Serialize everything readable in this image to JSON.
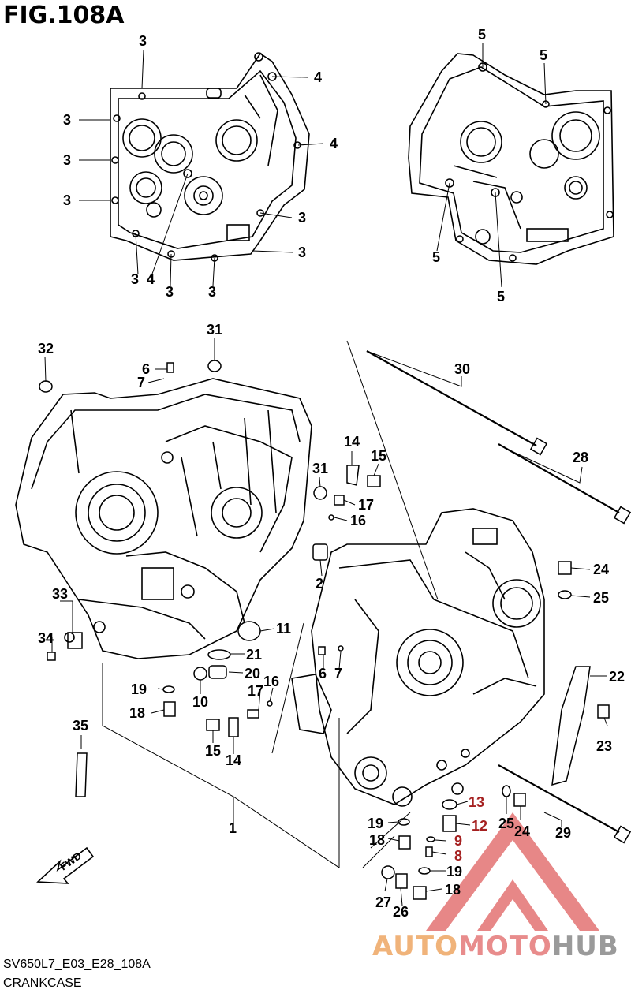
{
  "figure": {
    "title": "FIG.108A",
    "code": "SV650L7_E03_E28_108A",
    "caption": "CRANKCASE"
  },
  "watermark": {
    "part1": "AUTO",
    "part2": "MOTO",
    "part3": "HUB",
    "colors": {
      "auto": "#f0b37a",
      "moto": "#e88c8c",
      "hub": "#9a9a9a",
      "triangle": "#e06060"
    }
  },
  "callouts": {
    "c3a": "3",
    "c3b": "3",
    "c3c": "3",
    "c3d": "3",
    "c3e": "3",
    "c3f": "3",
    "c3g": "3",
    "c3h": "3",
    "c3i": "3",
    "c4a": "4",
    "c4b": "4",
    "c4c": "4",
    "c5a": "5",
    "c5b": "5",
    "c5c": "5",
    "c5d": "5",
    "c1": "1",
    "c2": "2",
    "c6a": "6",
    "c6b": "6",
    "c7a": "7",
    "c7b": "7",
    "c8": "8",
    "c9": "9",
    "c10": "10",
    "c11": "11",
    "c12": "12",
    "c13": "13",
    "c14a": "14",
    "c14b": "14",
    "c15a": "15",
    "c15b": "15",
    "c16a": "16",
    "c16b": "16",
    "c17a": "17",
    "c17b": "17",
    "c18a": "18",
    "c18b": "18",
    "c18c": "18",
    "c19a": "19",
    "c19b": "19",
    "c19c": "19",
    "c20": "20",
    "c21": "21",
    "c22": "22",
    "c23": "23",
    "c24a": "24",
    "c24b": "24",
    "c25a": "25",
    "c25b": "25",
    "c26": "26",
    "c27": "27",
    "c28": "28",
    "c29": "29",
    "c30": "30",
    "c31a": "31",
    "c31b": "31",
    "c32": "32",
    "c33": "33",
    "c34": "34",
    "c35": "35"
  },
  "fwd_label": "FWD"
}
